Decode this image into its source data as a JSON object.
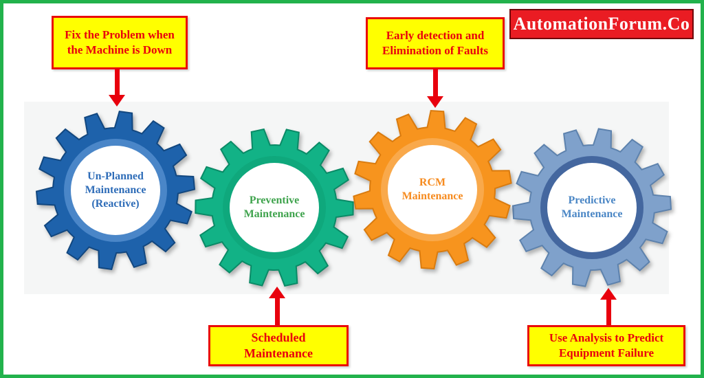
{
  "banner": {
    "text": "AutomationForum.Co"
  },
  "callouts": {
    "top_left": {
      "text": "Fix the Problem when the Machine is Down"
    },
    "top_middle": {
      "text": "Early detection and Elimination of Faults"
    },
    "bottom_middle": {
      "text": "Scheduled Maintenance"
    },
    "bottom_right": {
      "text": "Use Analysis to Predict Equipment Failure"
    }
  },
  "gears": [
    {
      "label": "Un-Planned Maintenance (Reactive)",
      "body_color": "#1e62ab",
      "edge_color": "#12477f",
      "rim_color": "#4a86c8",
      "text_color": "#2f6db8"
    },
    {
      "label": "Preventive Maintenance",
      "body_color": "#12b286",
      "edge_color": "#0a8a66",
      "rim_color": "#0fa87c",
      "text_color": "#3fa34d"
    },
    {
      "label": "RCM Maintenance",
      "body_color": "#f7941e",
      "edge_color": "#d97b0f",
      "rim_color": "#f9a94b",
      "text_color": "#f68b1f"
    },
    {
      "label": "Predictive Maintenance",
      "body_color": "#7fa1cb",
      "edge_color": "#5d82ad",
      "rim_color": "#44679f",
      "text_color": "#4a86c5"
    }
  ],
  "colors": {
    "frame_border": "#22b24c",
    "callout_bg": "#ffff00",
    "callout_border": "#ea0a0a",
    "callout_text": "#e8000d",
    "arrow": "#e8000d",
    "banner_bg": "#ea1c23",
    "banner_border": "#70060a",
    "banner_text": "#ffffff"
  }
}
